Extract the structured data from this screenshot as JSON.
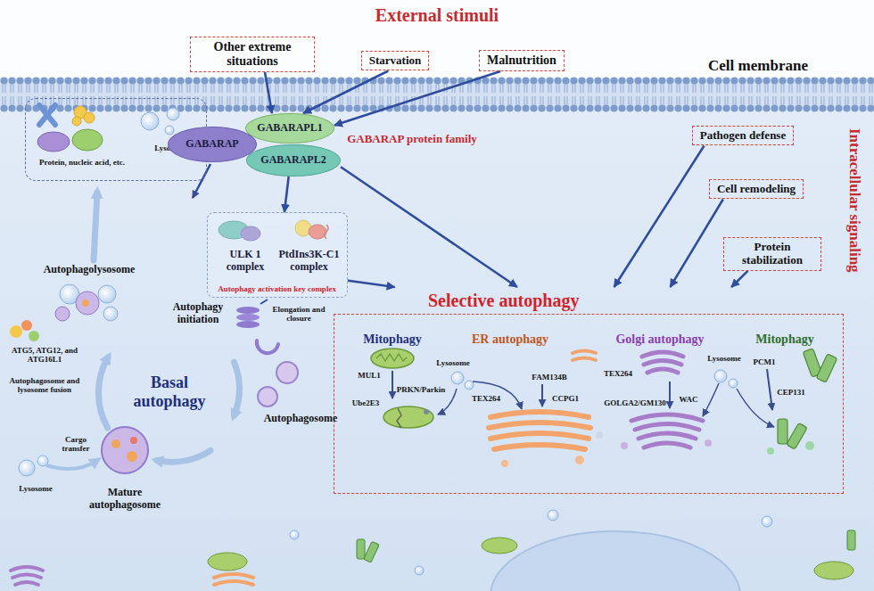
{
  "diagram": {
    "title": "External stimuli",
    "nodes": [
      {
        "text": [
          "Other extreme situations"
        ]
      },
      {
        "text": [
          "Starvation"
        ]
      },
      {
        "text": [
          "Malnutrition"
        ]
      },
      {
        "text": [
          "GABARAP"
        ]
      },
      {
        "text": [
          "GABARAPL1"
        ]
      },
      {
        "text": [
          "GABARAPL2"
        ]
      },
      {
        "text": [
          "Protein, nucleic acid, etc.",
          "Lysosome"
        ]
      },
      {
        "text": [
          "Autophagy activation key complex"
        ]
      },
      {
        "text": [
          "ULK 1 complex"
        ],
        "in": 7
      },
      {
        "text": [
          "PtdIns3K-C1 complex"
        ],
        "in": 7
      },
      {
        "text": [
          "Pathogen defense"
        ]
      },
      {
        "text": [
          "Cell remodeling"
        ]
      },
      {
        "text": [
          "Protein stabilization"
        ]
      },
      {
        "text": [
          "Selective autophagy"
        ]
      }
    ],
    "edges": [
      {
        "from": 0,
        "to": 4,
        "arrow": "to"
      },
      {
        "from": 1,
        "to": 4,
        "arrow": "to"
      },
      {
        "from": 2,
        "to": 4,
        "arrow": "to"
      },
      {
        "from": 5,
        "to": 7,
        "arrow": "to"
      },
      {
        "from": 7,
        "to": 13,
        "arrow": "to"
      },
      {
        "from": 5,
        "to": 13,
        "arrow": "to"
      },
      {
        "from": 10,
        "to": 13,
        "arrow": "to"
      },
      {
        "from": 11,
        "to": 13,
        "arrow": "to"
      },
      {
        "from": 12,
        "to": 13,
        "arrow": "to"
      }
    ],
    "labels": [
      "Cell membrane",
      "Intracellular signaling",
      "GABARAP protein family",
      "Autophagolysosome",
      "ATG5, ATG12, and ATG16L1",
      "Autophagosome and lysosome fusion",
      "Basal autophagy",
      "Autophagy initiation",
      "Elongation and closure",
      "Autophagosome",
      "Mature autophagosome",
      "Cargo transfer",
      "Lysosome",
      "Mitophagy",
      "MUL1",
      "PRKN/Parkin",
      "Ube2E3",
      "Lysosome",
      "ER autophagy",
      "TEX264",
      "FAM134B",
      "CCPG1",
      "Golgi autophagy",
      "TEX264",
      "GOLGA2/GM130",
      "WAC",
      "Mitophagy",
      "Lysosome",
      "PCM1",
      "CEP131"
    ]
  }
}
